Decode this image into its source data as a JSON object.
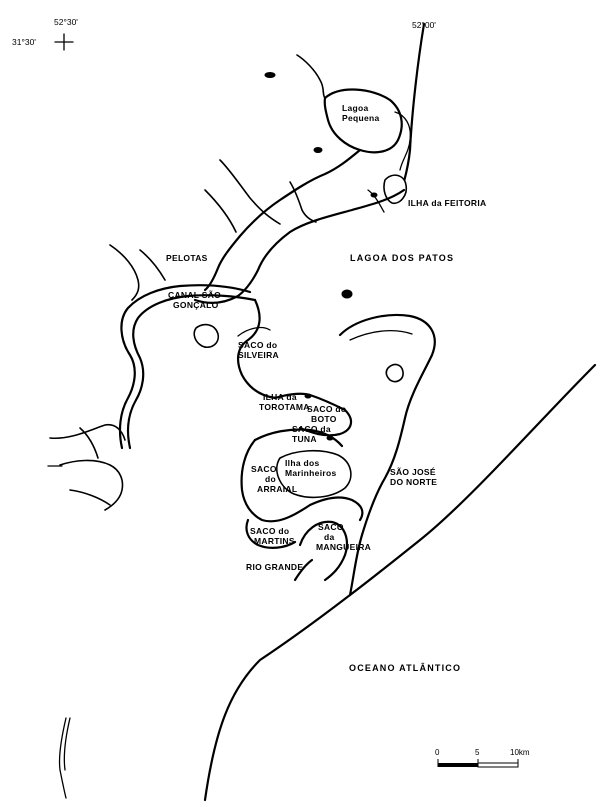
{
  "coordinates": {
    "lon_west": "52°30'",
    "lat": "31°30'",
    "lon_east": "52°00'"
  },
  "labels": {
    "lagoa_pequena": [
      "Lagoa",
      "Pequena"
    ],
    "ilha_feitoria": "ILHA da FEITORIA",
    "pelotas": "PELOTAS",
    "lagoa_dos_patos": "LAGOA DOS PATOS",
    "canal_sao_goncalo": [
      "CANAL SÃO",
      "GONÇALO"
    ],
    "saco_silveira": [
      "SACO do",
      "SILVEIRA"
    ],
    "ilha_torotama": [
      "ILHA da",
      "TOROTAMA"
    ],
    "saco_boto": [
      "SACO do",
      "BOTO"
    ],
    "saco_tuna": [
      "SACO da",
      "TUNA"
    ],
    "saco_arraial": [
      "SACO",
      "do",
      "ARRAIAL"
    ],
    "ilha_marinheiros": [
      "Ilha dos",
      "Marinheiros"
    ],
    "sao_jose_norte": [
      "SÃO JOSÉ",
      "DO NORTE"
    ],
    "saco_martins": [
      "SACO do",
      "MARTINS"
    ],
    "saco_mangueira": [
      "SACO",
      "da",
      "MANGUEIRA"
    ],
    "rio_grande": "RIO GRANDE",
    "oceano_atlantico": "OCEANO ATLÂNTICO"
  },
  "scale": {
    "ticks": [
      "0",
      "5",
      "10km"
    ]
  }
}
